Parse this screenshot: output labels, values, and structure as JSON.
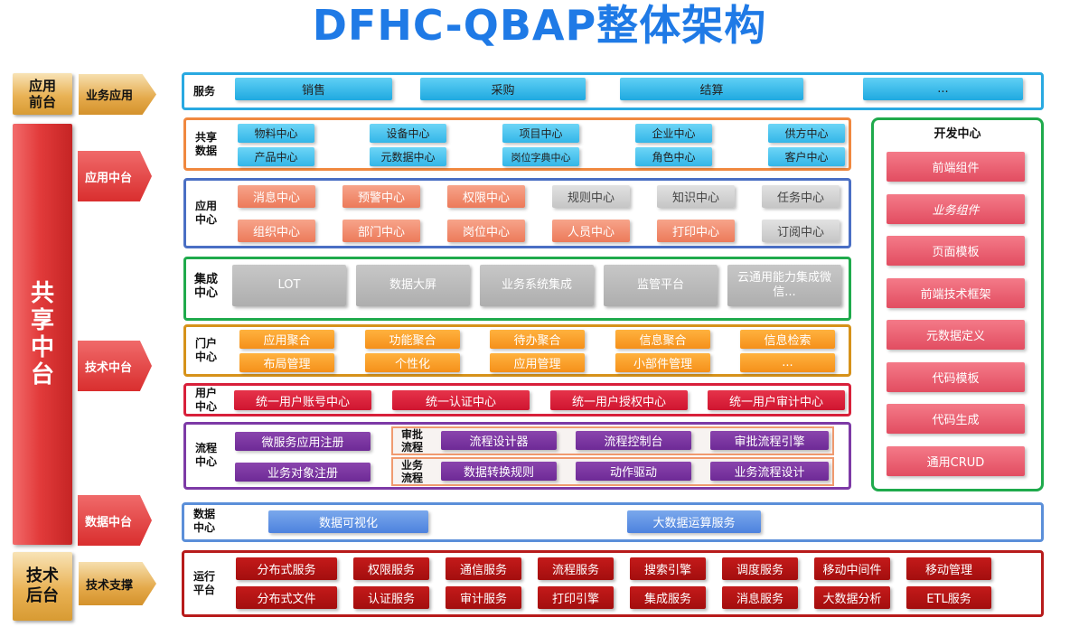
{
  "title": "DFHC-QBAP整体架构",
  "left": {
    "front": {
      "label": "应用前台",
      "arrow": "业务应用"
    },
    "middle": {
      "label": "共享中台",
      "arrows": [
        "应用中台",
        "技术中台",
        "数据中台"
      ]
    },
    "back": {
      "label": "技术后台",
      "arrow": "技术支撑"
    }
  },
  "rows": {
    "service": {
      "label": "服务",
      "items": [
        "销售",
        "采购",
        "结算",
        "..."
      ]
    },
    "shared": {
      "label": "共享数据",
      "items": [
        [
          "物料中心",
          "设备中心",
          "项目中心",
          "企业中心",
          "供方中心"
        ],
        [
          "产品中心",
          "元数据中心",
          "岗位字典中心",
          "角色中心",
          "客户中心"
        ]
      ]
    },
    "app": {
      "label": "应用中心",
      "items": [
        [
          "消息中心",
          "预警中心",
          "权限中心",
          "规则中心",
          "知识中心",
          "任务中心"
        ],
        [
          "组织中心",
          "部门中心",
          "岗位中心",
          "人员中心",
          "打印中心",
          "订阅中心"
        ]
      ]
    },
    "integration": {
      "label": "集成中心",
      "items": [
        "LOT",
        "数据大屏",
        "业务系统集成",
        "监管平台",
        "云通用能力集成微信..."
      ]
    },
    "portal": {
      "label": "门户中心",
      "items": [
        [
          "应用聚合",
          "功能聚合",
          "待办聚合",
          "信息聚合",
          "信息检索"
        ],
        [
          "布局管理",
          "个性化",
          "应用管理",
          "小部件管理",
          "..."
        ]
      ]
    },
    "user": {
      "label": "用户中心",
      "items": [
        "统一用户账号中心",
        "统一认证中心",
        "统一用户授权中心",
        "统一用户审计中心"
      ]
    },
    "flow": {
      "label": "流程中心",
      "left": [
        "微服务应用注册",
        "业务对象注册"
      ],
      "approval": {
        "label": "审批流程",
        "items": [
          "流程设计器",
          "流程控制台",
          "审批流程引擎"
        ]
      },
      "business": {
        "label": "业务流程",
        "items": [
          "数据转换规则",
          "动作驱动",
          "业务流程设计"
        ]
      }
    },
    "data": {
      "label": "数据中心",
      "items": [
        "数据可视化",
        "大数据运算服务"
      ]
    },
    "runtime": {
      "label": "运行平台",
      "items": [
        [
          "分布式服务",
          "权限服务",
          "通信服务",
          "流程服务",
          "搜索引擎",
          "调度服务",
          "移动中间件",
          "移动管理"
        ],
        [
          "分布式文件",
          "认证服务",
          "审计服务",
          "打印引擎",
          "集成服务",
          "消息服务",
          "大数据分析",
          "ETL服务"
        ]
      ]
    }
  },
  "dev": {
    "label": "开发中心",
    "items": [
      "前端组件",
      "业务组件",
      "页面模板",
      "前端技术框架",
      "元数据定义",
      "代码模板",
      "代码生成",
      "通用CRUD"
    ]
  },
  "colors": {
    "title": "#1f7ae6",
    "service_border": "#29a9e1",
    "shared_border": "#f0883f",
    "app_border": "#4a6fc4",
    "integration_border": "#1faa4c",
    "portal_border": "#d6921a",
    "user_border": "#d8203a",
    "flow_border": "#7d3aa6",
    "data_border": "#5b8fd9",
    "runtime_border": "#b71b1b",
    "dev_border": "#1faa4c"
  }
}
